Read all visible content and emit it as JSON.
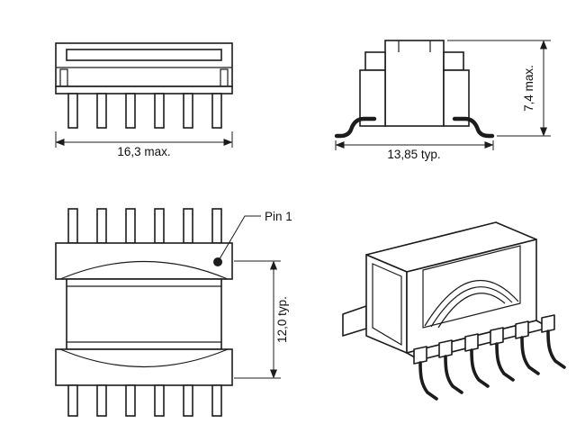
{
  "colors": {
    "line": "#1c1c1c",
    "background": "#ffffff"
  },
  "views": {
    "front": {
      "dimension_width": "16,3  max."
    },
    "side": {
      "dimension_width": "13,85  typ.",
      "dimension_height": "7,4  max."
    },
    "top": {
      "pin1_callout": "Pin 1",
      "dimension_length": "12,0  typ."
    }
  }
}
